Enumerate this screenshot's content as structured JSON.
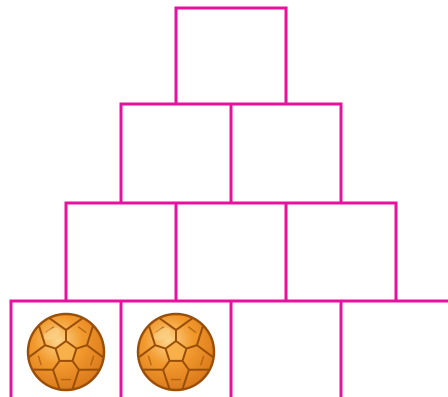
{
  "colors": {
    "grid_stroke": "#e8119f",
    "ball_fill": "#f29a2e",
    "ball_panel_fill": "#f7b04a",
    "ball_outline": "#9a4f08",
    "ball_highlight": "#fcd58c",
    "background": "#ffffff"
  },
  "pyramid": {
    "rows": [
      {
        "row": 1,
        "cells": [
          {
            "filled": false
          }
        ]
      },
      {
        "row": 2,
        "cells": [
          {
            "filled": false
          },
          {
            "filled": false
          }
        ]
      },
      {
        "row": 3,
        "cells": [
          {
            "filled": false
          },
          {
            "filled": false
          },
          {
            "filled": false
          }
        ]
      },
      {
        "row": 4,
        "cells": [
          {
            "filled": true,
            "icon": "ball-icon"
          },
          {
            "filled": true,
            "icon": "ball-icon"
          },
          {
            "filled": false
          },
          {
            "filled": false
          }
        ]
      }
    ]
  }
}
